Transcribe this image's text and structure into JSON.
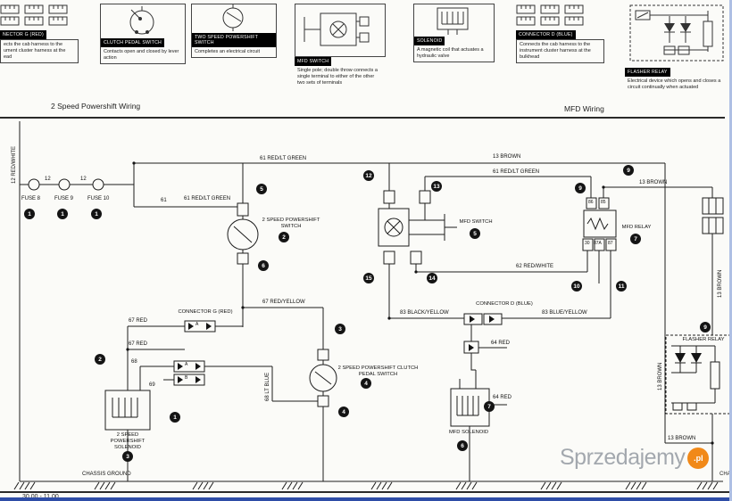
{
  "page": {
    "sections": {
      "left": "2 Speed Powershift Wiring",
      "right": "MFD Wiring"
    },
    "footer": {
      "left": "30.00 - 11.00",
      "right": "CHA"
    }
  },
  "legend": [
    {
      "title": "NECTOR G (RED)",
      "desc": "ects the cab harness to the ument cluster harness at the ead"
    },
    {
      "title": "CLUTCH PEDAL SWITCH",
      "desc": "Contacts open and closed by lever action"
    },
    {
      "title": "TWO SPEED POWERSHIFT SWITCH",
      "desc": "Completes an electrical circuit"
    },
    {
      "title": "MFD SWITCH",
      "desc": "Single pole; double throw connects a single terminal to either of the other two sets of terminals"
    },
    {
      "title": "SOLENOID",
      "desc": "A magnetic coil that actuates a hydraulic valve"
    },
    {
      "title": "CONNECTOR D (BLUE)",
      "desc": "Connects the cab harness to the instrument cluster harness at the bulkhead"
    },
    {
      "title": "FLASHER RELAY",
      "desc": "Electrical device which opens and closes a circuit continually when actuated"
    }
  ],
  "wires": {
    "w12v": "12 RED/WHITE",
    "w12": "12",
    "fuse8": "FUSE 8",
    "fuse9": "FUSE 9",
    "fuse10": "FUSE 10",
    "w61": "61",
    "w61g": "61 RED/LT GREEN",
    "w13": "13 BROWN",
    "w62": "62 RED/WHITE",
    "w67y": "67 RED/YELLOW",
    "w67": "67 RED",
    "w68": "68",
    "w69": "69",
    "w68b": "68 LT BLUE",
    "w83k": "83 BLACK/YELLOW",
    "w83b": "83 BLUE/YELLOW",
    "w64": "64 RED"
  },
  "components": {
    "two_speed_switch": "2 SPEED POWERSHIFT SWITCH",
    "mfd_switch": "MFD SWITCH",
    "mfd_relay": "MFD RELAY",
    "clutch_pedal_switch": "2 SPEED POWERSHIFT CLUTCH PEDAL SWITCH",
    "two_speed_solenoid": "2 SPEED POWERSHIFT SOLENOID",
    "mfd_solenoid": "MFD SOLENOID",
    "flasher_relay": "FLASHER RELAY",
    "connector_g": "CONNECTOR G (RED)",
    "connector_d": "CONNECTOR D (BLUE)",
    "chassis_ground": "CHASSIS GROUND"
  },
  "pins": {
    "a": "A",
    "b": "B",
    "t86": "86",
    "t85": "85",
    "t30": "30",
    "t87a": "87A",
    "t87": "87"
  },
  "badges": {
    "b1": "1",
    "b2": "2",
    "b3": "3",
    "b4": "4",
    "b5": "5",
    "b6": "6",
    "b7": "7",
    "b9": "9",
    "b10": "10",
    "b11": "11",
    "b12": "12",
    "b13": "13",
    "b14": "14",
    "b15": "15"
  },
  "watermark": {
    "text": "Sprzedajemy",
    "suffix": ".pl"
  }
}
